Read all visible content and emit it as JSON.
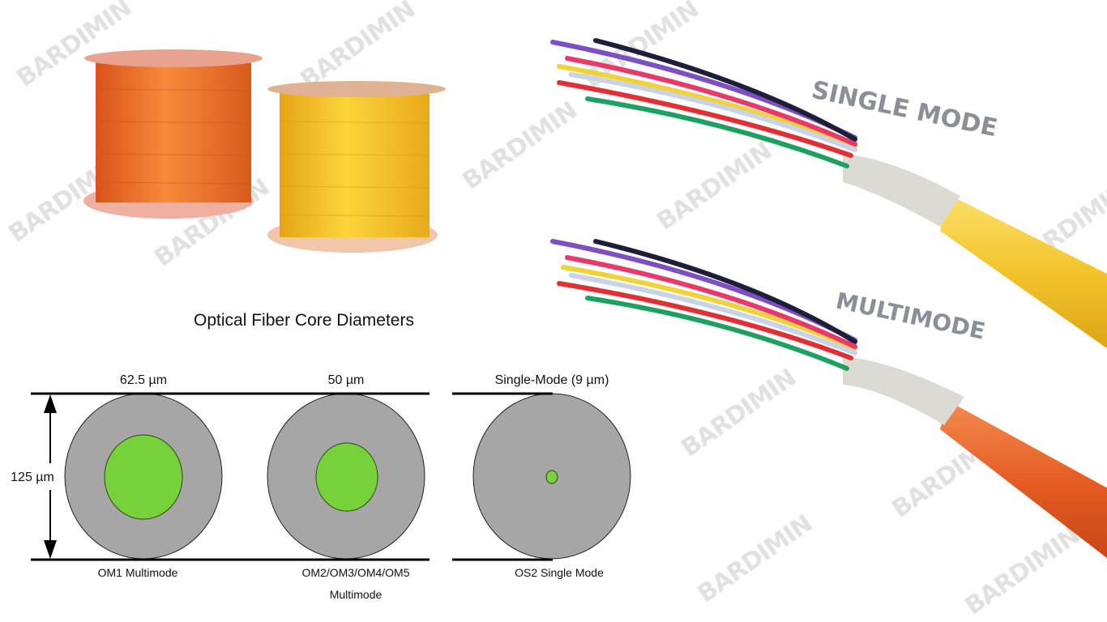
{
  "watermark": "BARDIMIN",
  "cable_labels": {
    "single_mode": "SINGLE MODE",
    "multimode": "MULTIMODE"
  },
  "diagram": {
    "title": "Optical Fiber Core Diameters",
    "cladding_label": "125 µm",
    "fibers": [
      {
        "core_label": "62.5 µm",
        "type_label": "OM1 Multimode",
        "type_label_2": "",
        "core_um": 62.5
      },
      {
        "core_label": "50 µm",
        "type_label": "OM2/OM3/OM4/OM5",
        "type_label_2": "Multimode",
        "core_um": 50
      },
      {
        "core_label": "Single-Mode (9 µm)",
        "type_label": "OS2 Single Mode",
        "type_label_2": "",
        "core_um": 9
      }
    ],
    "colors": {
      "cladding": "#a6a6a6",
      "core": "#77d13a"
    }
  },
  "colors": {
    "spool_orange": "#f0772a",
    "spool_yellow": "#f5c21c",
    "jacket_yellow": "#f3c62c",
    "jacket_orange": "#e8642a"
  }
}
